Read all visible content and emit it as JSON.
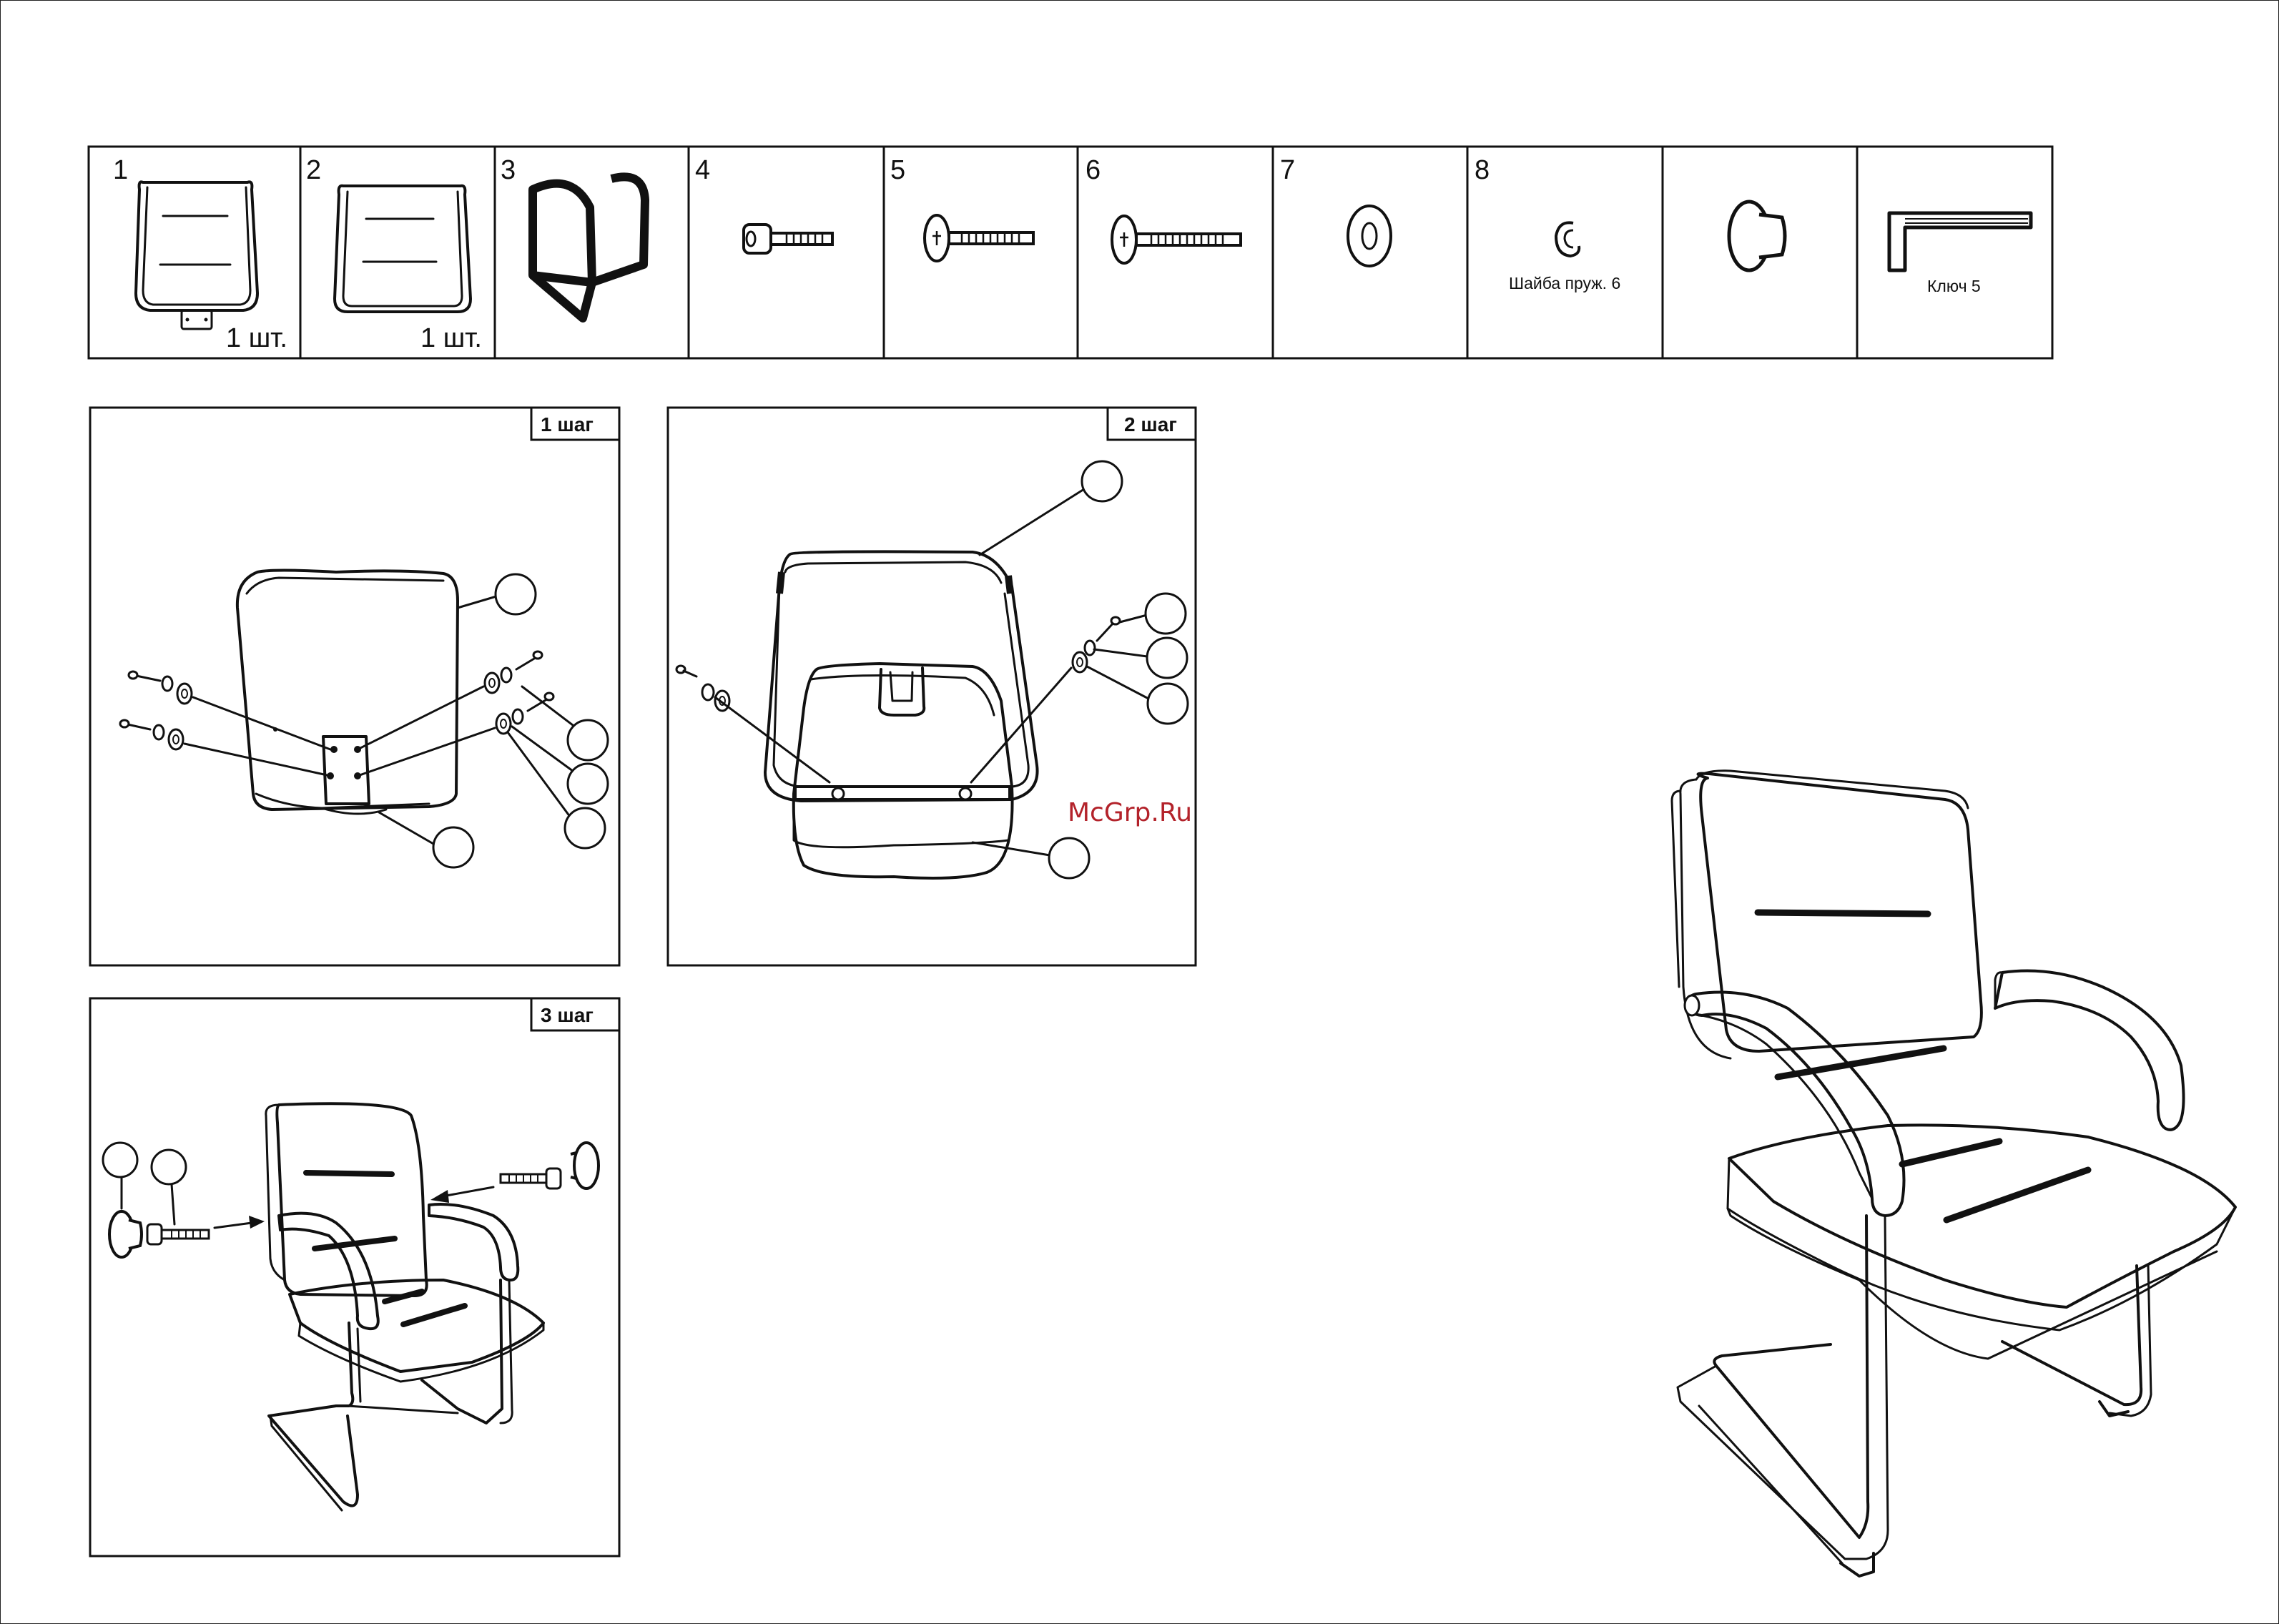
{
  "parts_table": {
    "cells": [
      {
        "number": "1",
        "qty": "1 шт.",
        "icon": "backrest-cushion-icon"
      },
      {
        "number": "2",
        "qty": "1 шт.",
        "icon": "seat-cushion-icon"
      },
      {
        "number": "3",
        "icon": "sled-frame-icon"
      },
      {
        "number": "4",
        "icon": "hex-bolt-icon"
      },
      {
        "number": "5",
        "icon": "phillips-screw-icon"
      },
      {
        "number": "6",
        "icon": "long-phillips-screw-icon"
      },
      {
        "number": "7",
        "icon": "flat-washer-icon"
      },
      {
        "number": "8",
        "caption": "Шайба пруж. 6",
        "icon": "spring-washer-icon"
      },
      {
        "icon": "plug-cap-icon"
      },
      {
        "caption": "Ключ 5",
        "icon": "allen-key-icon"
      }
    ]
  },
  "steps": [
    {
      "label": "1 шаг"
    },
    {
      "label": "2 шаг"
    },
    {
      "label": "3 шаг"
    }
  ],
  "watermark": "McGrp.Ru",
  "colors": {
    "line": "#111111",
    "watermark": "#b3222a",
    "background": "#ffffff"
  }
}
